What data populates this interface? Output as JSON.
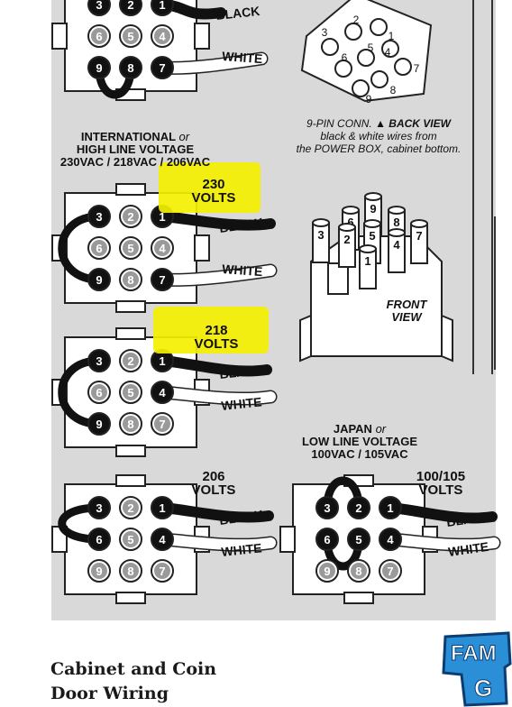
{
  "back_view": {
    "line1a": "9-PIN CONN.",
    "line1b": "BACK VIEW",
    "line2": "black & white wires from",
    "line3": "the POWER BOX, cabinet bottom."
  },
  "front_view": {
    "line1": "FRONT",
    "line2": "VIEW"
  },
  "international": {
    "line1a": "INTERNATIONAL",
    "line1b": "or",
    "line2": "HIGH LINE VOLTAGE",
    "line3": "230VAC / 218VAC / 206VAC"
  },
  "japan": {
    "line1a": "JAPAN",
    "line1b": "or",
    "line2": "LOW LINE VOLTAGE",
    "line3": "100VAC / 105VAC"
  },
  "volts": {
    "v230_a": "230",
    "v230_b": "VOLTS",
    "v218_a": "218",
    "v218_b": "VOLTS",
    "v206_a": "206",
    "v206_b": "VOLTS",
    "v100_a": "100/105",
    "v100_b": "VOLTS"
  },
  "wires": {
    "black": "BLACK",
    "white": "WHITE"
  },
  "pins": [
    "1",
    "2",
    "3",
    "4",
    "5",
    "6",
    "7",
    "8",
    "9"
  ],
  "footer": {
    "line1": "Cabinet and Coin",
    "line2": "Door Wiring"
  },
  "colors": {
    "panel": "#d9d9d9",
    "highlight": "#f4f000",
    "logo": "#2a8fd6"
  }
}
